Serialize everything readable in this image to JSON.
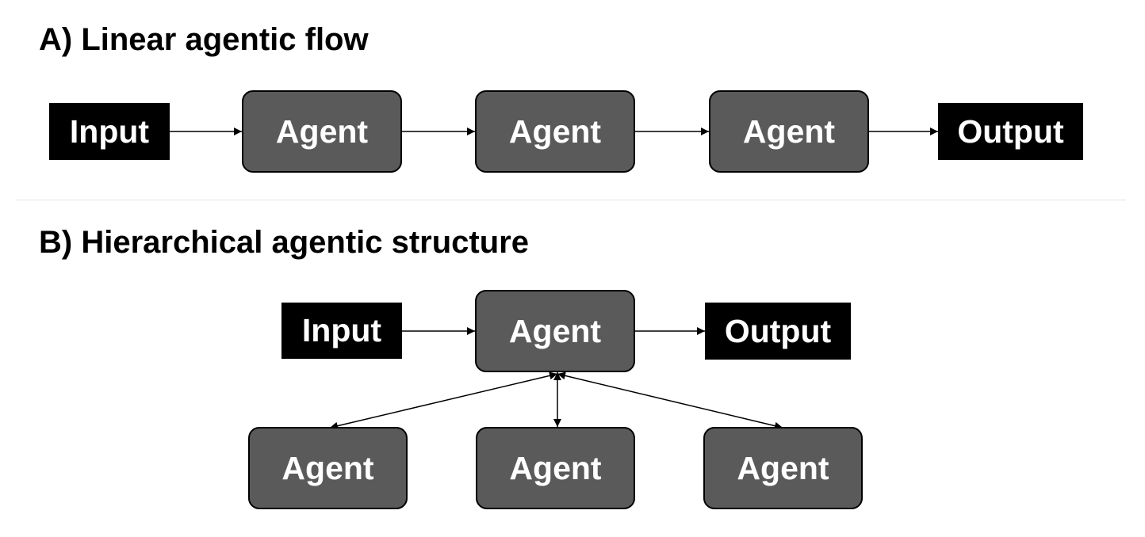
{
  "section_a": {
    "title": "A) Linear agentic flow",
    "input_label": "Input",
    "agent_labels": [
      "Agent",
      "Agent",
      "Agent"
    ],
    "output_label": "Output"
  },
  "section_b": {
    "title": "B) Hierarchical agentic structure",
    "input_label": "Input",
    "top_agent_label": "Agent",
    "output_label": "Output",
    "sub_agent_labels": [
      "Agent",
      "Agent",
      "Agent"
    ]
  },
  "colors": {
    "agent_fill": "#5a5a5a",
    "io_fill": "#000000",
    "text": "#ffffff",
    "divider": "#e4e4e4"
  }
}
